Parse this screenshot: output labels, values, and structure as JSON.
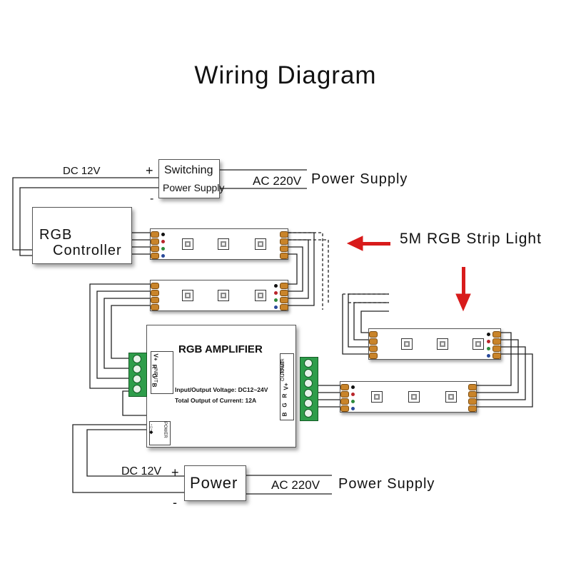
{
  "title": "Wiring Diagram",
  "top_supply": {
    "dc_label": "DC 12V",
    "plus": "+",
    "minus": "-",
    "box_line1": "Switching",
    "box_line2": "Power Supply",
    "ac_label": "AC 220V",
    "desc": "Power Supply"
  },
  "controller": {
    "line1": "RGB",
    "line2": "Controller"
  },
  "strip_label": "5M RGB Strip Light",
  "amplifier": {
    "title": "RGB AMPLIFIER",
    "spec1": "Input/Output Voltage: DC12~24V",
    "spec2": "Total Output of Current: 12A",
    "input_label": "INPUT",
    "input_pins": [
      "V+",
      "R",
      "G",
      "B"
    ],
    "output_label": "OUTPUT",
    "output_pins": [
      "B",
      "G",
      "R",
      "V+"
    ],
    "power_label": "POWER",
    "power_jack": "-○-◆"
  },
  "bottom_supply": {
    "dc_label": "DC 12V",
    "plus": "+",
    "minus": "-",
    "box_label": "Power",
    "ac_label": "AC 220V",
    "desc": "Power Supply"
  },
  "colors": {
    "arrow": "#d81b1b",
    "pad": "#c9842a",
    "led_black": "#111111",
    "led_red": "#b8242a",
    "led_green": "#2d8a3b",
    "led_blue": "#2a4a9a",
    "terminal": "#2e9d4a"
  }
}
